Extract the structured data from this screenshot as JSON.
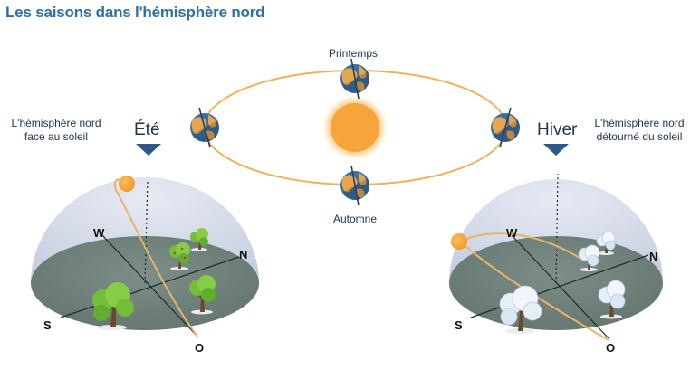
{
  "title": "Les saisons dans l'hémisphère nord",
  "orbit": {
    "spring": "Printemps",
    "autumn": "Automne"
  },
  "summer": {
    "label": "Été",
    "caption_line1": "L'hémisphère nord",
    "caption_line2": "face au soleil"
  },
  "winter": {
    "label": "Hiver",
    "caption_line1": "L'hémisphère nord",
    "caption_line2": "détourné du soleil"
  },
  "directions": {
    "west": "W",
    "north": "N",
    "south": "S",
    "east": "O"
  },
  "colors": {
    "title": "#2f6fa3",
    "sun": "#f5a623",
    "dome": "#cfd6e6",
    "ground": "#6f807b",
    "sun_path": "#e8b46a",
    "marker": "#2a5a8a"
  }
}
